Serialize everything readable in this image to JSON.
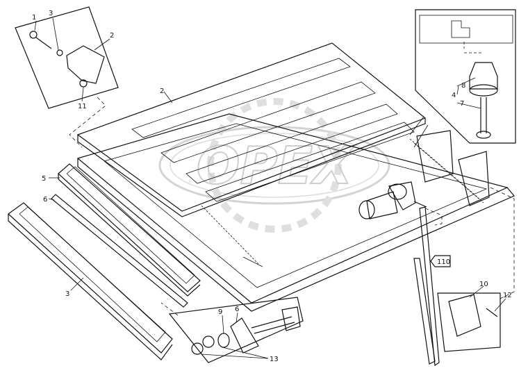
{
  "watermark": {
    "text": "OPEX"
  },
  "callouts": {
    "c1": "1",
    "c3a": "3",
    "c2a": "2",
    "c11": "11",
    "c2b": "2",
    "c5": "5",
    "c6a": "6",
    "c3b": "3",
    "c8": "8",
    "c4": "4",
    "c7": "7",
    "c9": "9",
    "c6b": "6",
    "c13": "13",
    "c10": "10",
    "c12": "12",
    "ref": "110"
  }
}
